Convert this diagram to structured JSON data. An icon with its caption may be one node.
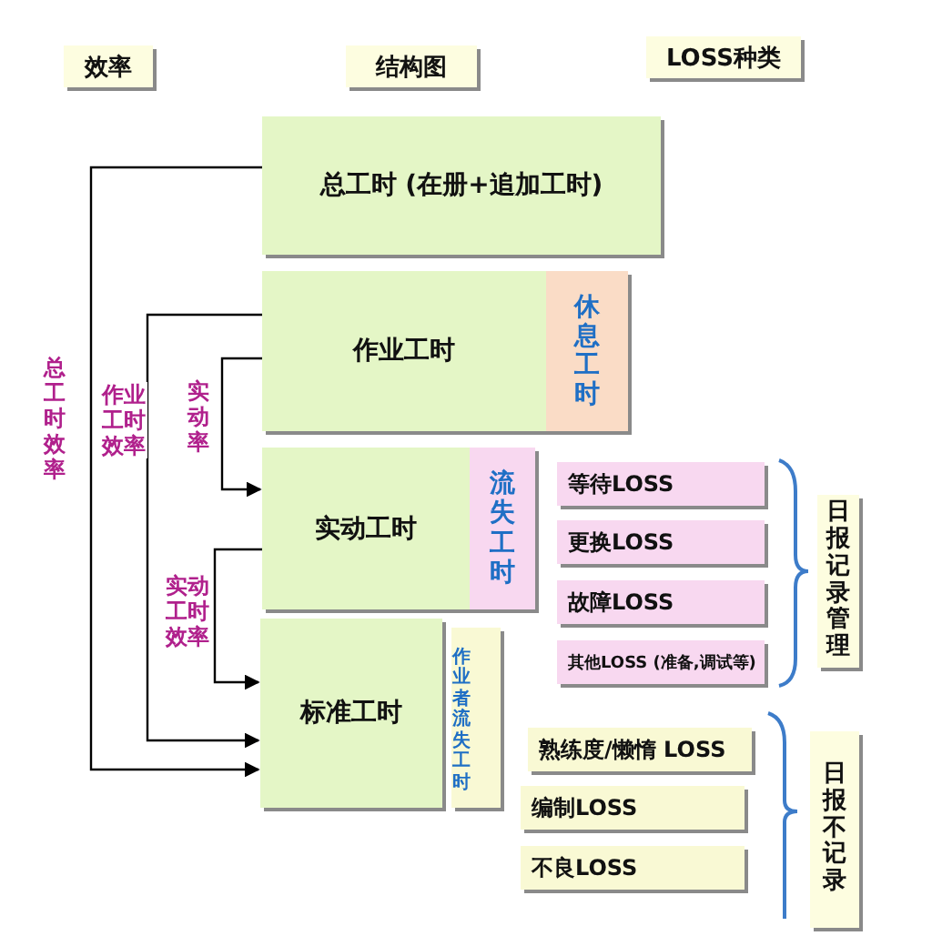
{
  "diagram": {
    "nodes": [
      {
        "text": [
          "效率"
        ]
      },
      {
        "text": [
          "结构图"
        ]
      },
      {
        "text": [
          "LOSS种类"
        ]
      },
      {
        "text": [
          "总工时 (在册+追加工时)"
        ]
      },
      {
        "text": [
          "作业工时"
        ]
      },
      {
        "text": [
          "休息工时"
        ]
      },
      {
        "text": [
          "实动工时"
        ]
      },
      {
        "text": [
          "流失工时"
        ]
      },
      {
        "text": [
          "标准工时"
        ]
      },
      {
        "text": [
          "作业者流失工时"
        ]
      },
      {
        "text": [
          "等待LOSS"
        ]
      },
      {
        "text": [
          "更换LOSS"
        ]
      },
      {
        "text": [
          "故障LOSS"
        ]
      },
      {
        "text": [
          "其他LOSS (准备,调试等)"
        ]
      },
      {
        "text": [
          "日报记录管理"
        ]
      },
      {
        "text": [
          "熟练度/懒惰 LOSS"
        ]
      },
      {
        "text": [
          "编制LOSS"
        ]
      },
      {
        "text": [
          "不良LOSS"
        ]
      },
      {
        "text": [
          "日报不记录"
        ]
      }
    ],
    "edges": [
      {
        "from": 3,
        "to": 8,
        "arrow": "to",
        "label": "总工时效率"
      },
      {
        "from": 4,
        "to": 8,
        "arrow": "to",
        "label": "作业工时效率"
      },
      {
        "from": 4,
        "to": 6,
        "arrow": "to",
        "label": "实动率"
      },
      {
        "from": 6,
        "to": 8,
        "arrow": "to",
        "label": "实动工时效率"
      }
    ]
  }
}
